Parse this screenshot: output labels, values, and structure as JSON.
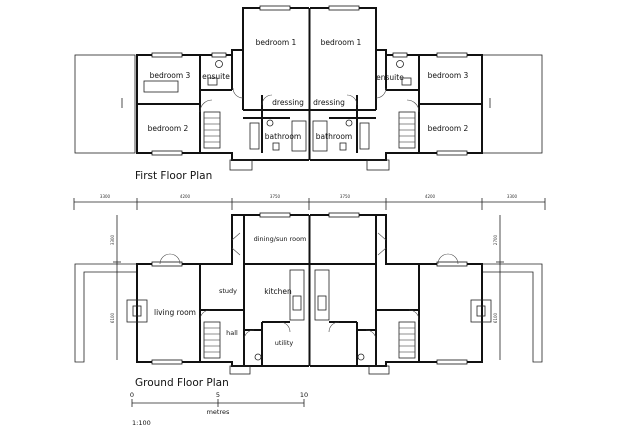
{
  "first_floor": {
    "title": "First Floor Plan",
    "rooms": {
      "bedroom1_l": "bedroom 1",
      "bedroom1_r": "bedroom 1",
      "bedroom3_l": "bedroom 3",
      "bedroom3_r": "bedroom 3",
      "bedroom2_l": "bedroom 2",
      "bedroom2_r": "bedroom 2",
      "ensuite_l": "ensuite",
      "ensuite_r": "ensuite",
      "dressing_l": "dressing",
      "dressing_r": "dressing",
      "bathroom_l": "bathroom",
      "bathroom_r": "bathroom"
    }
  },
  "ground_floor": {
    "title": "Ground Floor Plan",
    "rooms": {
      "dining": "dining/sun room",
      "living": "living room",
      "study": "study",
      "kitchen": "kitchen",
      "hall": "hall",
      "utility": "utility"
    },
    "dimensions": {
      "top": [
        "3300",
        "4200",
        "3750",
        "3750",
        "4200",
        "3300"
      ],
      "left_upper": "3300",
      "left_lower": "6100",
      "right_upper": "2700",
      "right_lower": "6100"
    }
  },
  "scale_bar": {
    "ticks": [
      "0",
      "5",
      "10"
    ],
    "unit": "metres",
    "ratio": "1:100"
  }
}
